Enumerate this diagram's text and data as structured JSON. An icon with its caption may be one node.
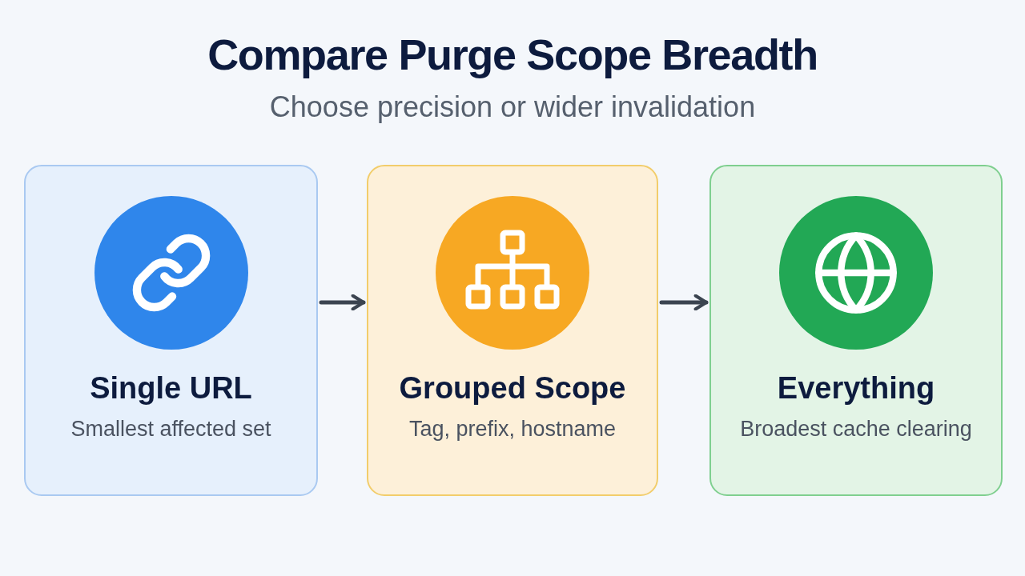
{
  "diagram": {
    "title": "Compare Purge Scope Breadth",
    "caption": "Choose precision or wider invalidation",
    "nodes": [
      {
        "text": [
          "Single URL",
          "Smallest affected set"
        ]
      },
      {
        "text": [
          "Grouped Scope",
          "Tag, prefix, hostname"
        ]
      },
      {
        "text": [
          "Everything",
          "Broadest cache clearing"
        ]
      }
    ],
    "edges": [
      {
        "from": 0,
        "to": 1,
        "arrow": "to"
      },
      {
        "from": 1,
        "to": 2,
        "arrow": "to"
      }
    ]
  }
}
